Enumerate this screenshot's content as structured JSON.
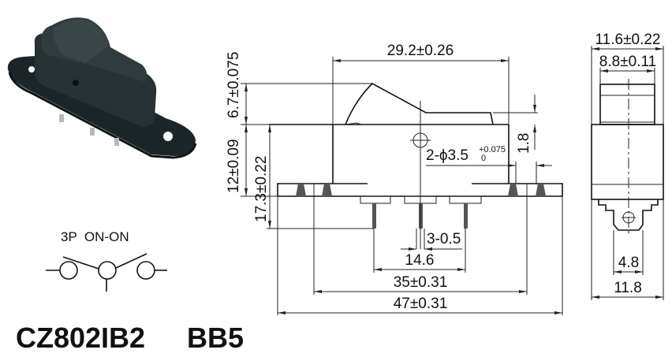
{
  "model": {
    "code": "CZ802IB2",
    "series": "BB5"
  },
  "circuit": {
    "label": "3P  ON-ON"
  },
  "colors": {
    "line": "#222222",
    "product": "#1e2a2c"
  },
  "front_view": {
    "width_top": "29.2±0.26",
    "rocker_height": "6.7±0.075",
    "body_height": "12±0.09",
    "total_height": "17.3±0.22",
    "step": "1.8",
    "hole_prefix": "2-ϕ3.5",
    "hole_tol_upper": "+0.075",
    "hole_tol_lower": "0",
    "terminals": "3-0.5",
    "terminal_span": "14.6",
    "hole_pitch": "35±0.31",
    "overall_length": "47±0.31"
  },
  "side_view": {
    "body_width": "11.6±0.22",
    "rocker_width": "8.8±0.11",
    "tab_width": "4.8",
    "base_width": "11.8"
  }
}
